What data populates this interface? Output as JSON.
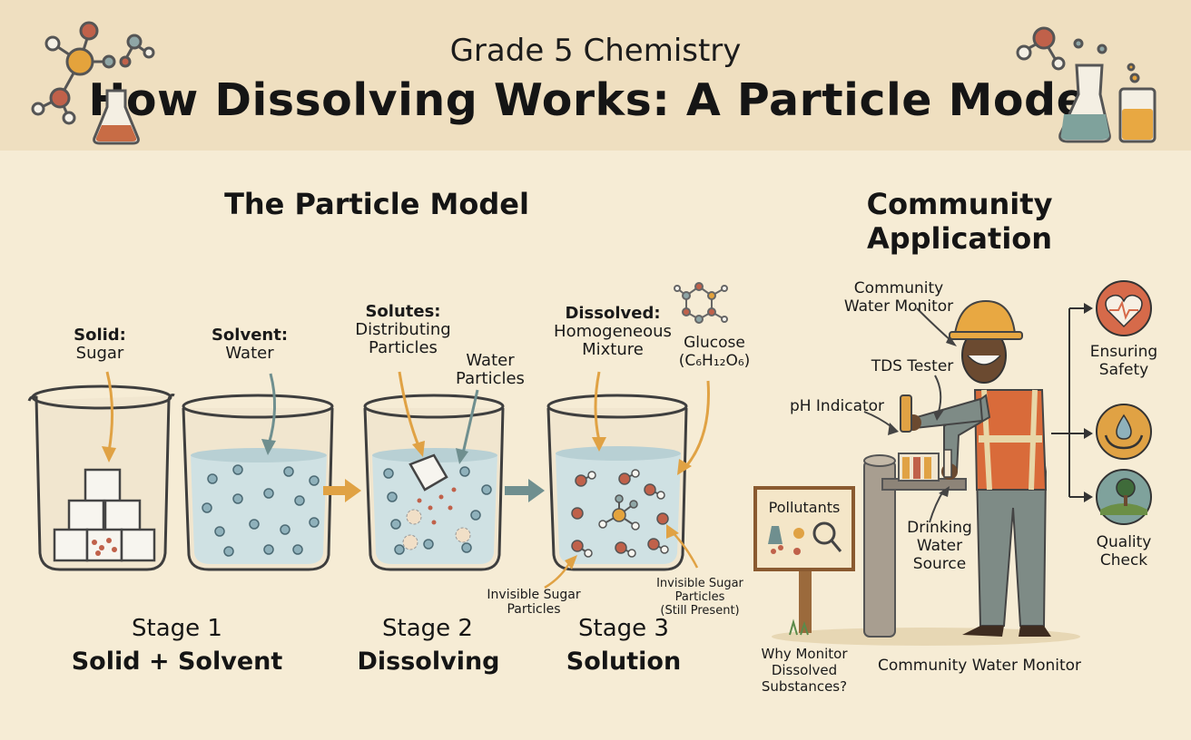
{
  "header": {
    "subtitle": "Grade 5 Chemistry",
    "title": "How Dissolving Works: A Particle Model"
  },
  "sections": {
    "particle_model": "The Particle Model",
    "community": "Community Application"
  },
  "labels": {
    "solid_head": "Solid:",
    "solid_value": "Sugar",
    "solvent_head": "Solvent:",
    "solvent_value": "Water",
    "solutes_head": "Solutes:",
    "solutes_line1": "Distributing",
    "solutes_line2": "Particles",
    "water_particles_line1": "Water",
    "water_particles_line2": "Particles",
    "dissolved_head": "Dissolved:",
    "dissolved_line1": "Homogeneous",
    "dissolved_line2": "Mixture",
    "glucose": "Glucose",
    "glucose_formula": "(C₆H₁₂O₆)",
    "invisible_line1": "Invisible Sugar",
    "invisible_line2": "Particles",
    "invisible2_line1": "Invisible Sugar",
    "invisible2_line2": "Particles",
    "invisible2_line3": "(Still Present)"
  },
  "stages": [
    {
      "number": "Stage 1",
      "name": "Solid + Solvent"
    },
    {
      "number": "Stage 2",
      "name": "Dissolving"
    },
    {
      "number": "Stage 3",
      "name": "Solution"
    }
  ],
  "community": {
    "monitor_line1": "Community",
    "monitor_line2": "Water Monitor",
    "tds_tester": "TDS Tester",
    "ph_indicator": "pH Indicator",
    "drinking_line1": "Drinking",
    "drinking_line2": "Water",
    "drinking_line3": "Source",
    "pollutants": "Pollutants",
    "why_line1": "Why Monitor",
    "why_line2": "Dissolved",
    "why_line3": "Substances?",
    "caption": "Community Water Monitor",
    "outcomes": [
      {
        "line1": "Ensuring",
        "line2": "Safety",
        "icon": "heart-pulse-icon"
      },
      {
        "line1": "",
        "line2": "",
        "icon": "hands-water-drop-icon"
      },
      {
        "line1": "Quality",
        "line2": "Check",
        "icon": "tree-landscape-icon"
      }
    ]
  },
  "colors": {
    "background": "#f6ecd5",
    "header": "#efdfc0",
    "water": "#cfe1e3",
    "particle": "#8fb1bb",
    "sugar_red": "#c0614a",
    "arrow_orange": "#e0a244",
    "arrow_teal": "#6f8f8f",
    "vest": "#d96b3a",
    "worker_gray": "#7e8b86"
  }
}
